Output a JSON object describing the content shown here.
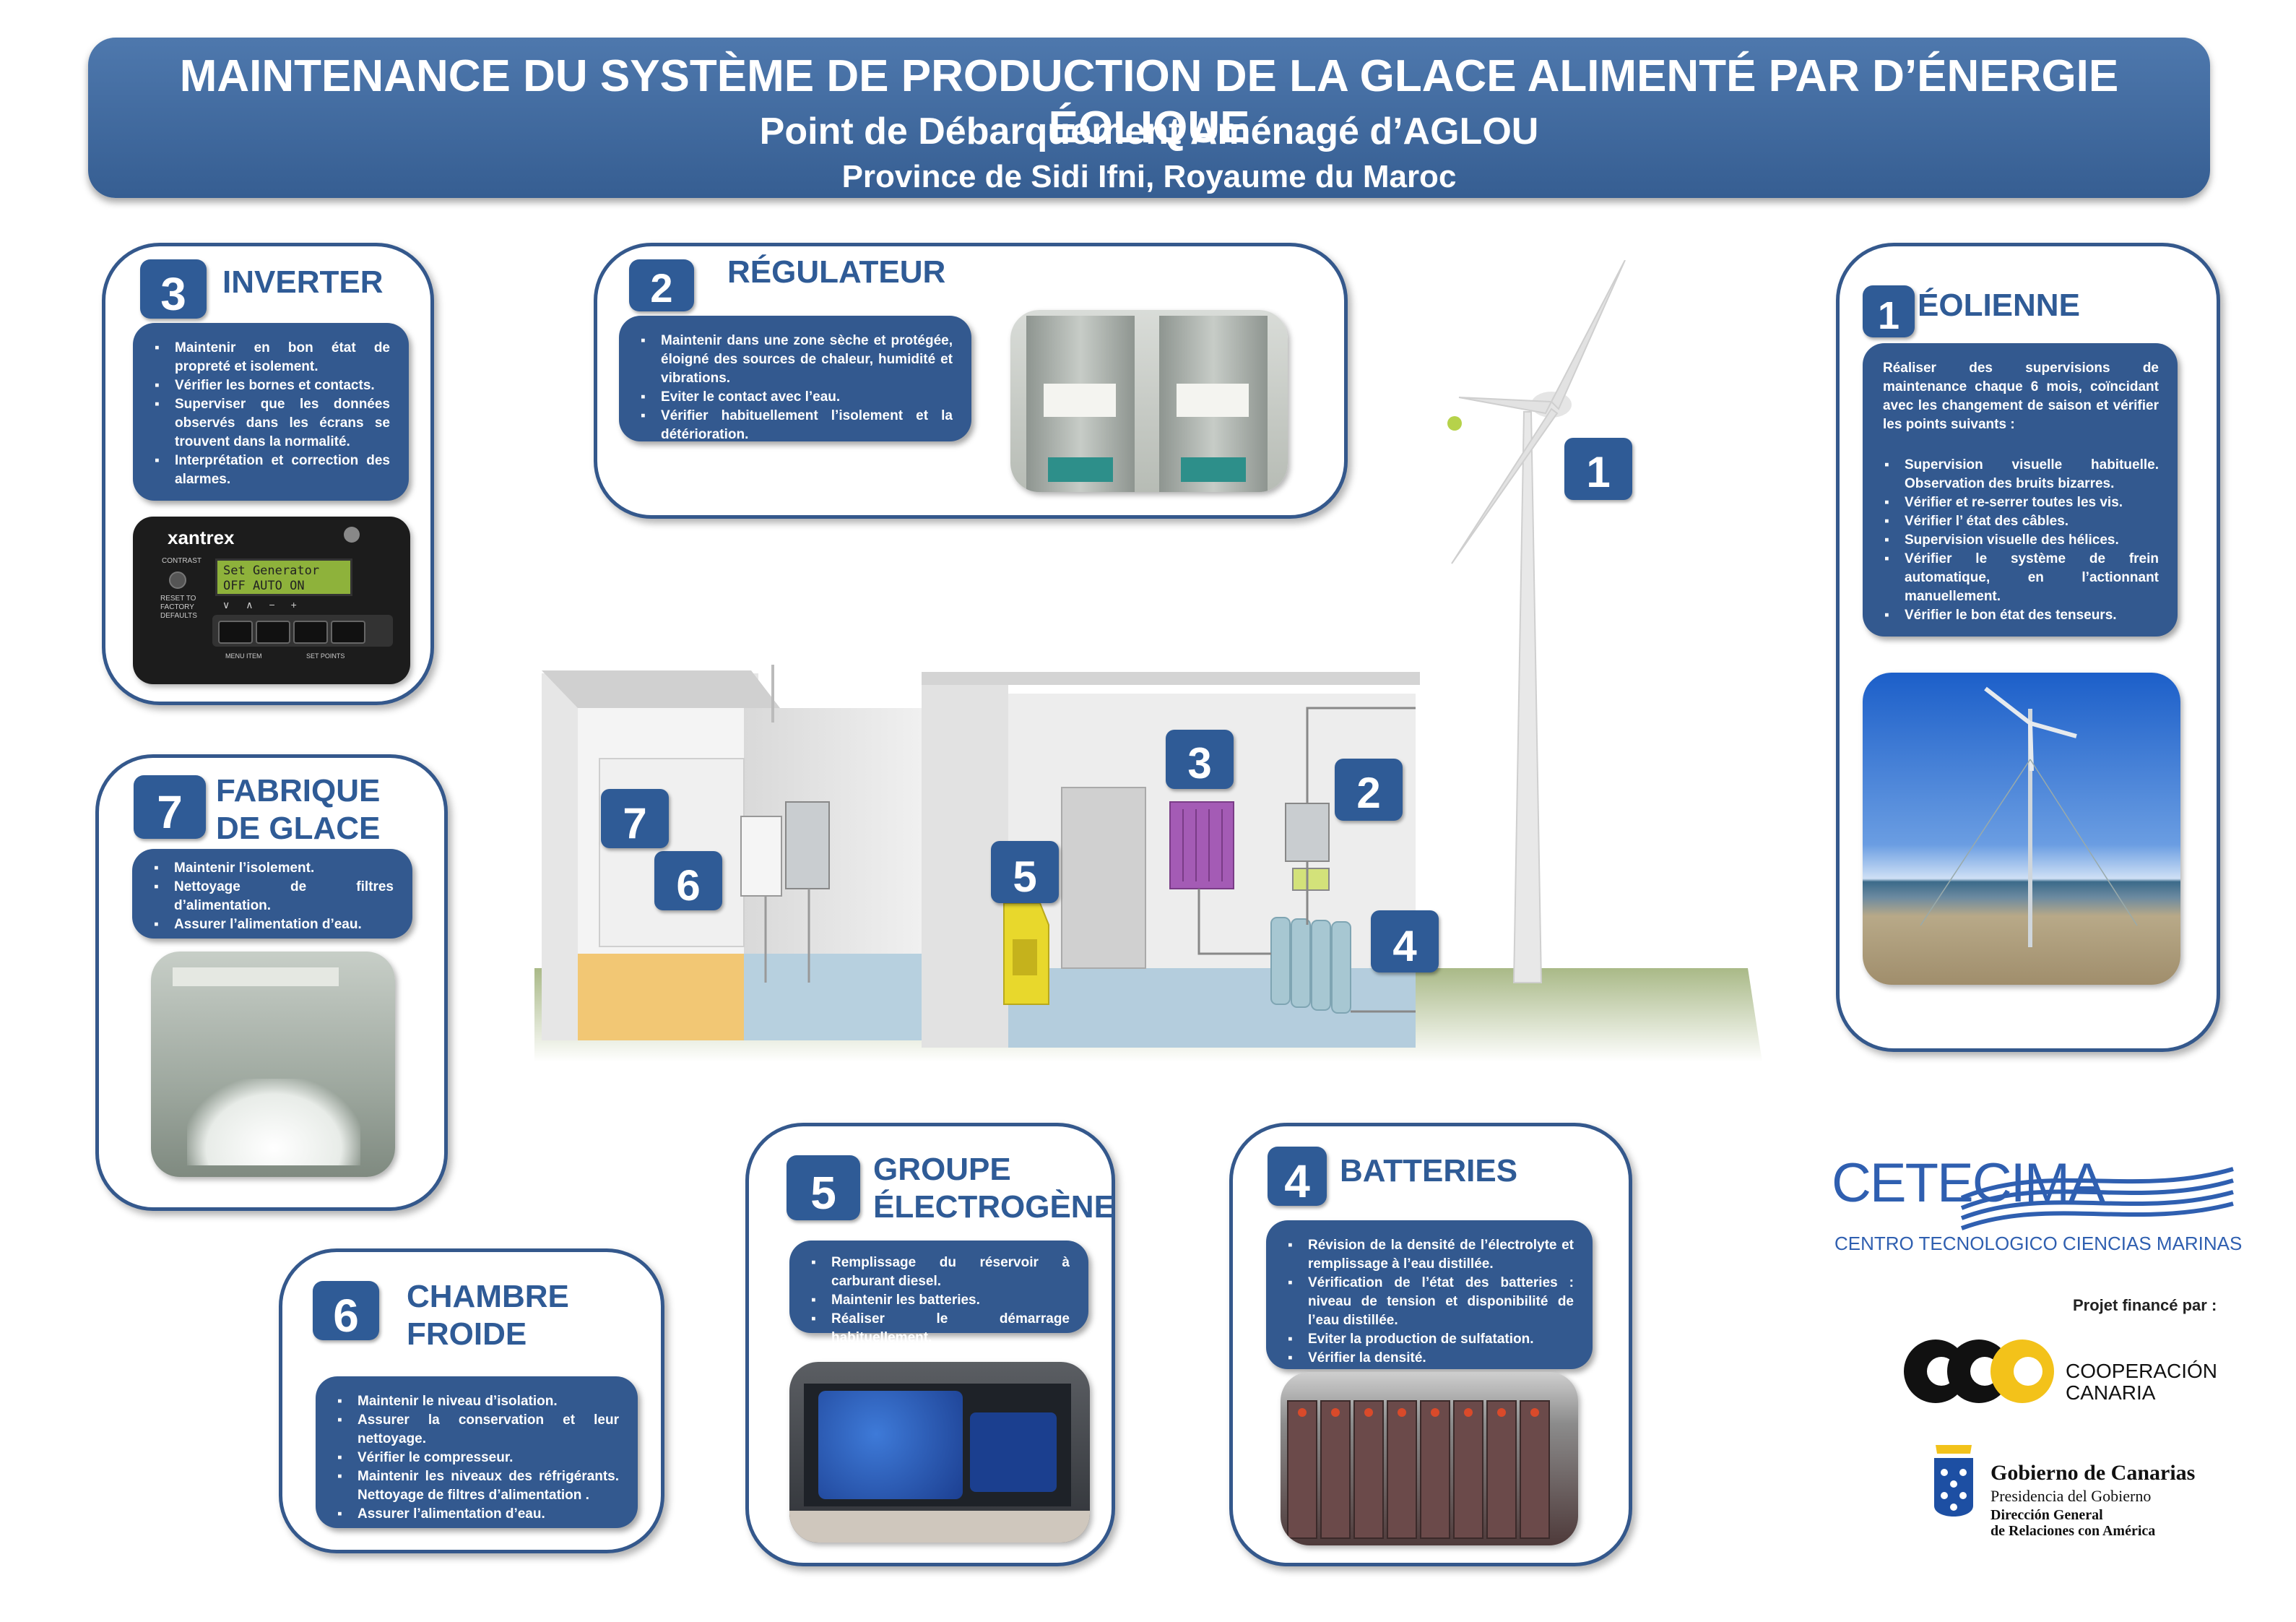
{
  "header": {
    "title": "MAINTENANCE DU SYSTÈME DE PRODUCTION DE LA GLACE ALIMENTÉ PAR D’ÉNERGIE ÉOLIQUE",
    "subtitle": "Point de Débarquement Aménagé d’AGLOU",
    "location": "Province de Sidi Ifni, Royaume du Maroc"
  },
  "sections": {
    "inverter": {
      "number": "3",
      "title": "INVERTER",
      "items": [
        "Maintenir en bon état de propreté et isolement.",
        "Vérifier les bornes et contacts.",
        "Superviser que les données observés dans les écrans se trouvent dans la normalité.",
        "Interprétation et correction des alarmes."
      ],
      "photo": {
        "brand": "xantrex",
        "display_line1": "Set Generator",
        "display_line2": "OFF AUTO ON",
        "contrast": "CONTRAST",
        "reset": "RESET TO FACTORY DEFAULTS",
        "menu_item": "MENU ITEM",
        "set_points": "SET POINTS"
      }
    },
    "regulateur": {
      "number": "2",
      "title": "RÉGULATEUR",
      "items": [
        "Maintenir dans une zone sèche et protégée, éloigné des sources de chaleur, humidité et vibrations.",
        "Eviter le contact avec l’eau.",
        "Vérifier habituellement l’isolement et la détérioration."
      ]
    },
    "eolienne": {
      "number": "1",
      "title": "ÉOLIENNE",
      "intro": "Réaliser des supervisions de maintenance chaque 6 mois, coïncidant avec les changement de saison et vérifier les points suivants :",
      "items": [
        "Supervision visuelle habituelle. Observation des bruits bizarres.",
        "Vérifier et re-serrer toutes les vis.",
        "Vérifier l’ état des câbles.",
        "Supervision visuelle des hélices.",
        "Vérifier le système de frein automatique, en l’actionnant manuellement.",
        "Vérifier le bon état des tenseurs."
      ]
    },
    "fabrique": {
      "number": "7",
      "title": "FABRIQUE DE GLACE",
      "items": [
        "Maintenir l’isolement.",
        "Nettoyage de filtres d’alimentation.",
        "Assurer l’alimentation d’eau."
      ]
    },
    "chambre": {
      "number": "6",
      "title": "CHAMBRE FROIDE",
      "items": [
        "Maintenir le niveau d’isolation.",
        "Assurer la conservation et leur nettoyage.",
        "Vérifier le compresseur.",
        "Maintenir les niveaux des réfrigérants. Nettoyage de filtres d’alimentation .",
        "Assurer l’alimentation d’eau."
      ]
    },
    "groupe": {
      "number": "5",
      "title": "GROUPE ÉLECTROGÈNE",
      "items": [
        "Remplissage du réservoir à carburant diesel.",
        "Maintenir les batteries.",
        "Réaliser le démarrage habituellement."
      ]
    },
    "batteries": {
      "number": "4",
      "title": "BATTERIES",
      "items": [
        "Révision de la densité de l’électrolyte et remplissage à l’eau distillée.",
        "Vérification de l’état des batteries : niveau de tension et disponibilité de l’eau distillée.",
        "Eviter la production de sulfatation.",
        "Vérifier la densité."
      ]
    }
  },
  "diagram_labels": {
    "eolienne": "1",
    "regulateur": "2",
    "inverter": "3",
    "batteries": "4",
    "groupe": "5",
    "chambre": "6",
    "fabrique": "7"
  },
  "logos": {
    "cetecima": "CETECIMA",
    "cetecima_full": "CENTRO TECNOLOGICO CIENCIAS MARINAS",
    "funded_by": "Projet financé par :",
    "cooperacion_1": "COOPERACIÓN",
    "cooperacion_2": "CANARIA",
    "gobierno": "Gobierno de Canarias",
    "presidencia": "Presidencia del Gobierno",
    "direccion_1": "Dirección General",
    "direccion_2": "de Relaciones con América"
  },
  "colors": {
    "primary": "#2f5b96",
    "header_bg": "#4268a0",
    "accent_purple": "#a45bb5",
    "accent_yellow": "#e7d32a",
    "ground_green": "#b2c08f"
  }
}
